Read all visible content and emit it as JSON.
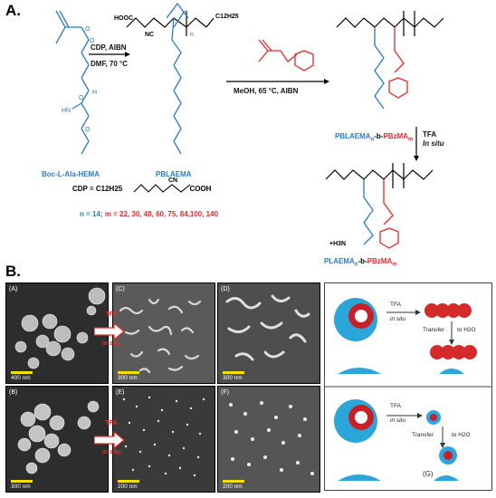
{
  "panel_a": {
    "letter": "A.",
    "monomer_label": "Boc-L-Ala-HEMA",
    "step1_conditions": [
      "CDP, AIBN",
      "DMF, 70 °C"
    ],
    "polymer1_label": "PBLAEMA",
    "polymer1_subscript": "n",
    "step2_conditions": "MeOH, 65 °C, AIBN",
    "polymer2_label": "PBLAEMA",
    "polymer2_label_n": "n",
    "polymer2_label_b": "-b-",
    "polymer2_label_red": "PBzMA",
    "polymer2_label_m": "m",
    "tfa_label": "TFA",
    "tfa_sub": "In situ",
    "cdp_label": "CDP = C12H25",
    "cdp_cooh": "COOH",
    "cdp_cn": "CN",
    "n_text": "n = 14;",
    "m_text": "m = 22, 30, 48, 60, 75, 84,100, 140",
    "polymer3_label": "PLAEMA",
    "polymer3_label_n": "n",
    "polymer3_label_b": "-b-",
    "polymer3_label_red": "PBzMA",
    "polymer3_label_m": "m",
    "hooc": "HOOC",
    "nc": "NC",
    "c12": "C12H25",
    "nh3": "+H3N"
  },
  "panel_b": {
    "letter": "B.",
    "images": [
      {
        "tag": "(A)",
        "scale": "400 nm"
      },
      {
        "tag": "(C)",
        "scale": "300 nm"
      },
      {
        "tag": "(D)",
        "scale": "300 nm"
      },
      {
        "tag": "(B)",
        "scale": "300 nm"
      },
      {
        "tag": "(E)",
        "scale": "200 nm"
      },
      {
        "tag": "(F)",
        "scale": "200 nm"
      }
    ],
    "arrow_labels": [
      {
        "line1": "TFA",
        "line2": "in situ"
      },
      {
        "line1": "TFA",
        "line2": "in situ"
      }
    ],
    "schematic": {
      "tfa": "TFA",
      "in_situ": "in situ",
      "transfer": "Transfer",
      "to_h2o": "to H2O",
      "label_g": "(G)"
    }
  }
}
